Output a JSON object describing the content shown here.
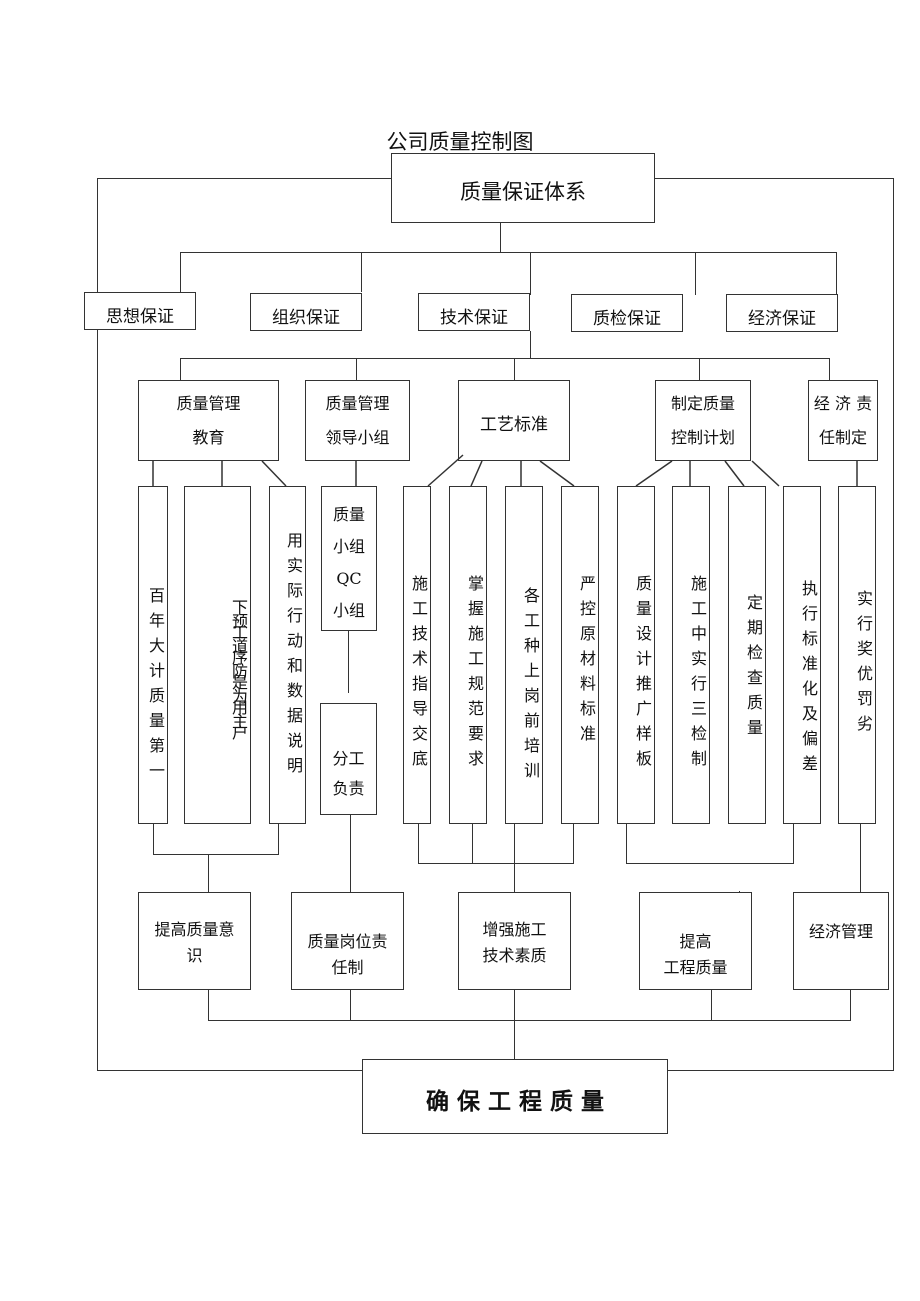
{
  "title": "公司质量控制图",
  "root": "质量保证体系",
  "guarantees": [
    "思想保证",
    "组织保证",
    "技术保证",
    "质检保证",
    "经济保证"
  ],
  "level3": {
    "edu": "质量管理\n教育",
    "group": "质量管理\n领导小组",
    "craft": "工艺标准",
    "plan": "制定质量\n控制计划",
    "duty": "经 济 责\n任制定"
  },
  "columns": {
    "c1": "百年大计质量第一",
    "c2a": "预道防为主",
    "c2b": "下工序是用户",
    "c3": "用实际行动和数据说明",
    "qc": "质量\n小组\nQC\n小组",
    "divide": "分工\n负责",
    "c5": "施工技术指导交底",
    "c6": "掌握施工规范要求",
    "c7": "各工种上岗前培训",
    "c8": "严控原材料标准",
    "c9": "质量设计推广样板",
    "c10": "施工中实行三检制",
    "c11": "定期检查质量",
    "c12": "执行标准化及偏差",
    "c13": "实行奖优罚劣"
  },
  "bottom": {
    "b1": "提高质量意\n识",
    "b2": "质量岗位责\n任制",
    "b3": "增强施工\n技术素质",
    "b4": "提高\n工程质量",
    "b5": "经济管理"
  },
  "final": "确 保 工 程 质 量"
}
